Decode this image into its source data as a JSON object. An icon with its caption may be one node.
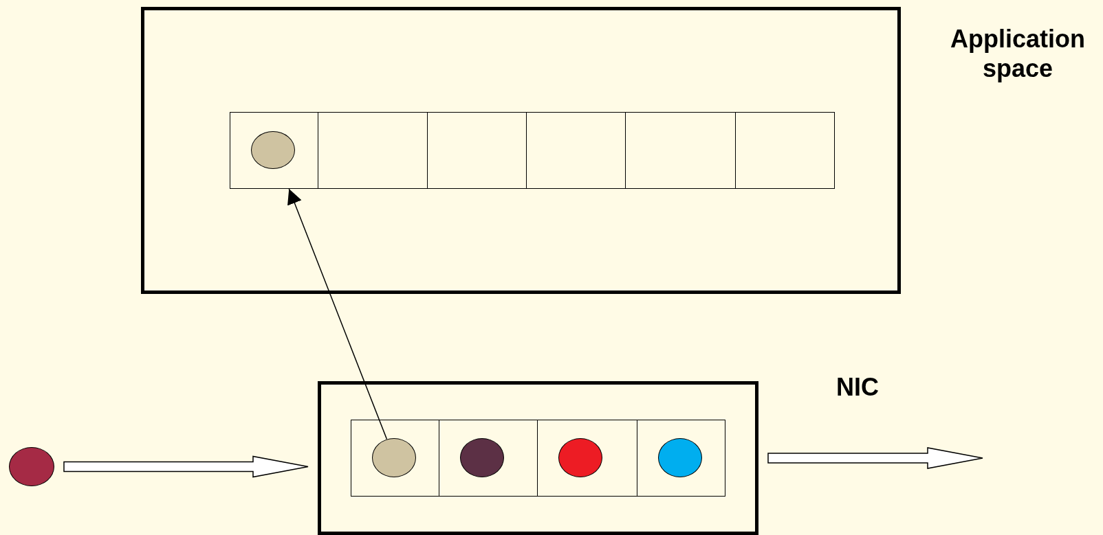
{
  "diagram": {
    "nodes": [
      {
        "text": [
          "Application space"
        ]
      },
      {
        "text": [],
        "shape": "box",
        "in": 0
      },
      {
        "text": [],
        "shape": "box",
        "in": 0
      },
      {
        "text": [],
        "shape": "box",
        "in": 0
      },
      {
        "text": [],
        "shape": "box",
        "in": 0
      },
      {
        "text": [],
        "shape": "box",
        "in": 0
      },
      {
        "text": [],
        "shape": "box",
        "in": 0
      },
      {
        "text": [],
        "shape": "circle",
        "in": 1
      },
      {
        "text": [
          "NIC"
        ]
      },
      {
        "text": [],
        "shape": "box",
        "in": 8
      },
      {
        "text": [],
        "shape": "box",
        "in": 8
      },
      {
        "text": [],
        "shape": "box",
        "in": 8
      },
      {
        "text": [],
        "shape": "box",
        "in": 8
      },
      {
        "text": [],
        "shape": "circle",
        "in": 9
      },
      {
        "text": [],
        "shape": "circle",
        "in": 10
      },
      {
        "text": [],
        "shape": "circle",
        "in": 11
      },
      {
        "text": [],
        "shape": "circle",
        "in": 12
      },
      {
        "text": [],
        "shape": "circle"
      }
    ],
    "edges": [
      {
        "from": 17,
        "to": 8,
        "arrow": "to",
        "style": "thick"
      },
      {
        "from": 8,
        "to": null,
        "arrow": "to",
        "style": "thick"
      },
      {
        "from": 13,
        "to": 1,
        "arrow": "to"
      }
    ]
  }
}
